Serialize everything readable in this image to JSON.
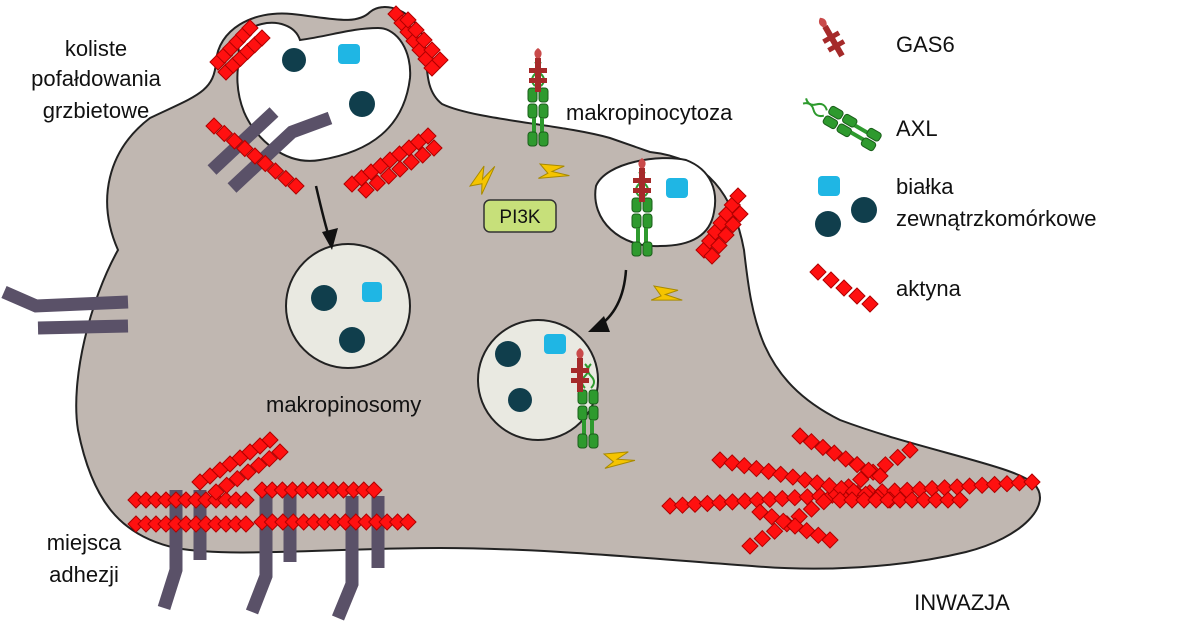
{
  "labels": {
    "ruffles_line1": "koliste",
    "ruffles_line2": "pofałdowania",
    "ruffles_line3": "grzbietowe",
    "macropinocytosis": "makropinocytoza",
    "pi3k": "PI3K",
    "macropinosomes": "makropinosomy",
    "adhesion_line1": "miejsca",
    "adhesion_line2": "adhezji",
    "invasion": "INWAZJA"
  },
  "legend": {
    "gas6": "GAS6",
    "axl": "AXL",
    "proteins_line1": "białka",
    "proteins_line2": "zewnątrzkomórkowe",
    "actin": "aktyna"
  },
  "colors": {
    "cell_fill": "#c0b7b1",
    "cell_stroke": "#222222",
    "vesicle_fill": "#e9e9e1",
    "actin": "#ff1010",
    "actin_stroke": "#b00000",
    "integrin": "#5a5168",
    "gas6": "#a52a2a",
    "axl": "#2e9a2e",
    "lightning": "#f5c400",
    "protein_light": "#1fb6e4",
    "protein_dark": "#103e4c",
    "pi3k_fill": "#c7e07a"
  }
}
